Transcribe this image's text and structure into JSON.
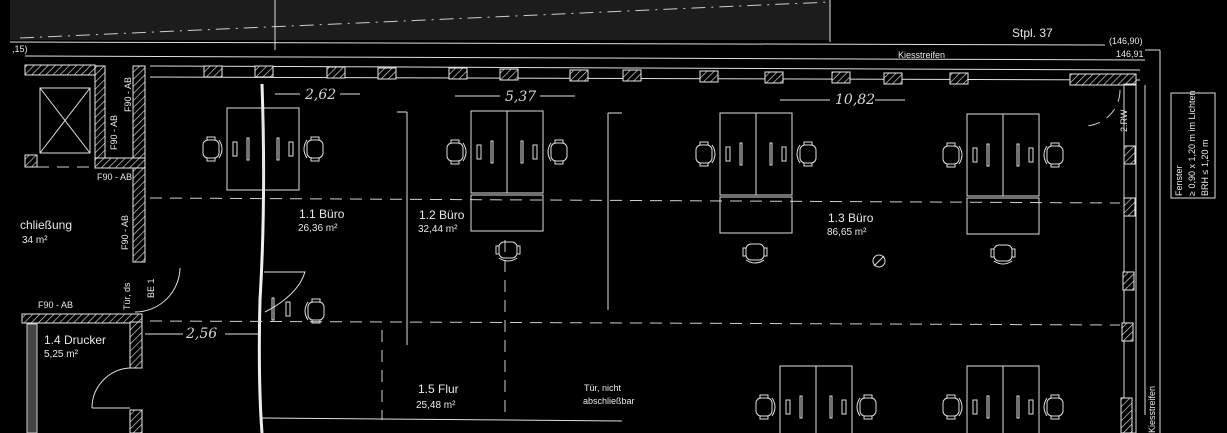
{
  "plan": {
    "top_left_level": ",15)",
    "parking": "Stpl. 37",
    "level_old": "(146,90)",
    "level_new": "146,91",
    "gravel_top": "Kiesstreifen",
    "gravel_side": "Kiesstreifen",
    "fire_labels": [
      "F90 - AB",
      "F90 - AB",
      "F90 - AB",
      "F90 - AB",
      "F90 - AB"
    ],
    "door_ds": "Tür, ds",
    "be1": "BE 1",
    "rw": "2.RW",
    "window_note": [
      "Fenster",
      "≥ 0,90 x 1,20 m im Lichten",
      "BRH ≤ 1,20 m"
    ],
    "door_note": [
      "Tür, nicht",
      "abschließbar"
    ]
  },
  "rooms": [
    {
      "name": "chließung",
      "area": "34 m²"
    },
    {
      "name": "1.1 Büro",
      "area": "26,36 m²"
    },
    {
      "name": "1.2 Büro",
      "area": "32,44 m²"
    },
    {
      "name": "1.3 Büro",
      "area": "86,65 m²"
    },
    {
      "name": "1.4 Drucker",
      "area": "5,25 m²"
    },
    {
      "name": "1.5 Flur",
      "area": "25,48 m²"
    }
  ],
  "handwritten_dims": [
    "2,62",
    "5,37",
    "10,82",
    "2,56"
  ]
}
